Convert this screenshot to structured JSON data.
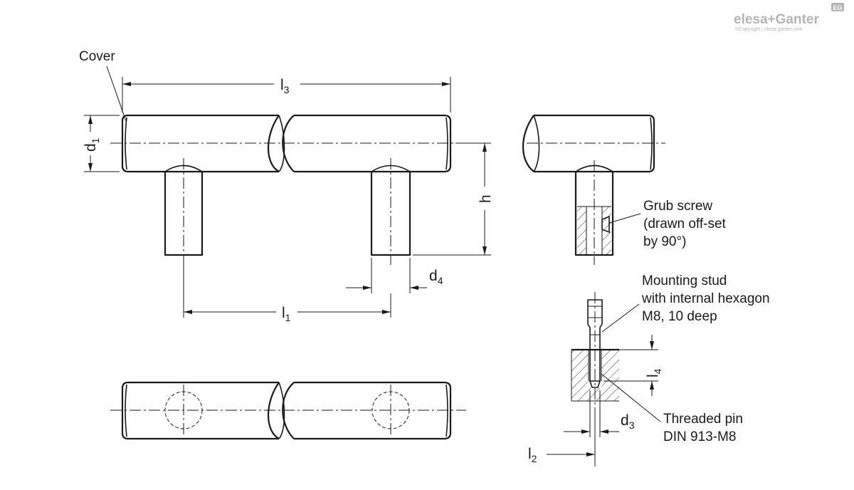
{
  "brand": {
    "logo_left": "elesa",
    "logo_plus": "+",
    "logo_right": "Ganter",
    "badge": "EG",
    "copyright": "©Copyright | elesa-ganter.com",
    "color": "#b5b5b5"
  },
  "labels": {
    "cover": "Cover",
    "grub_screw_1": "Grub screw",
    "grub_screw_2": "(drawn off-set",
    "grub_screw_3": "by 90°)",
    "stud_1": "Mounting stud",
    "stud_2": "with internal hexagon",
    "stud_3": "M8, 10 deep",
    "pin_1": "Threaded pin",
    "pin_2": "DIN 913-M8"
  },
  "dimensions": {
    "l3": {
      "base": "l",
      "sub": "3"
    },
    "d1": {
      "base": "d",
      "sub": "1"
    },
    "h": {
      "base": "h",
      "sub": ""
    },
    "d4": {
      "base": "d",
      "sub": "4"
    },
    "l1": {
      "base": "l",
      "sub": "1"
    },
    "l4": {
      "base": "l",
      "sub": "4"
    },
    "d3": {
      "base": "d",
      "sub": "3"
    },
    "l2": {
      "base": "l",
      "sub": "2"
    }
  },
  "colors": {
    "line": "#1a1a1a",
    "background": "#ffffff"
  }
}
